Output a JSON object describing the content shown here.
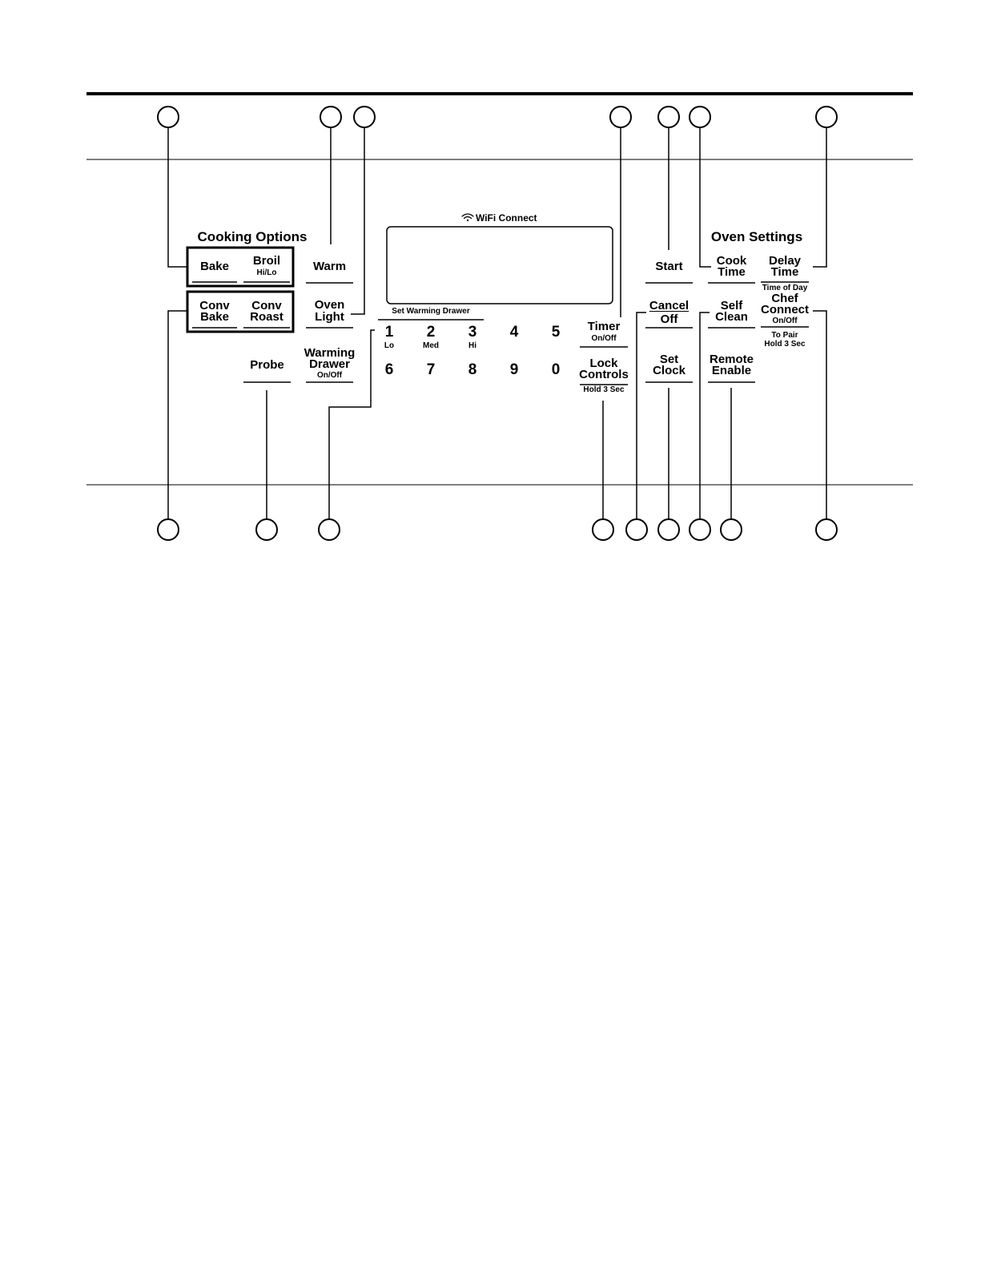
{
  "section_titles": {
    "cooking_options": "Cooking Options",
    "oven_settings": "Oven Settings"
  },
  "display": {
    "wifi_label": "WiFi Connect",
    "wifi_icon": "wifi-icon"
  },
  "keys": {
    "bake": "Bake",
    "broil": "Broil",
    "broil_sub": "Hi/Lo",
    "conv_bake_1": "Conv",
    "conv_bake_2": "Bake",
    "conv_roast_1": "Conv",
    "conv_roast_2": "Roast",
    "warm": "Warm",
    "oven_light_1": "Oven",
    "oven_light_2": "Light",
    "probe": "Probe",
    "warming_drawer_1": "Warming",
    "warming_drawer_2": "Drawer",
    "warming_drawer_sub": "On/Off",
    "set_warming_drawer": "Set Warming Drawer",
    "timer": "Timer",
    "timer_sub": "On/Off",
    "lock_1": "Lock",
    "lock_2": "Controls",
    "lock_sub": "Hold 3 Sec",
    "start": "Start",
    "cancel": "Cancel",
    "off": "Off",
    "set_clock_1": "Set",
    "set_clock_2": "Clock",
    "cook_time_1": "Cook",
    "cook_time_2": "Time",
    "self_clean_1": "Self",
    "self_clean_2": "Clean",
    "remote_1": "Remote",
    "remote_2": "Enable",
    "delay_1": "Delay",
    "delay_2": "Time",
    "time_of_day": "Time of Day",
    "chef_1": "Chef",
    "chef_2": "Connect",
    "chef_sub": "On/Off",
    "to_pair": "To Pair",
    "hold_3": "Hold 3 Sec"
  },
  "number_pad": [
    {
      "digit": "1",
      "sub": "Lo"
    },
    {
      "digit": "2",
      "sub": "Med"
    },
    {
      "digit": "3",
      "sub": "Hi"
    },
    {
      "digit": "4",
      "sub": ""
    },
    {
      "digit": "5",
      "sub": ""
    },
    {
      "digit": "6",
      "sub": ""
    },
    {
      "digit": "7",
      "sub": ""
    },
    {
      "digit": "8",
      "sub": ""
    },
    {
      "digit": "9",
      "sub": ""
    },
    {
      "digit": "0",
      "sub": ""
    }
  ]
}
